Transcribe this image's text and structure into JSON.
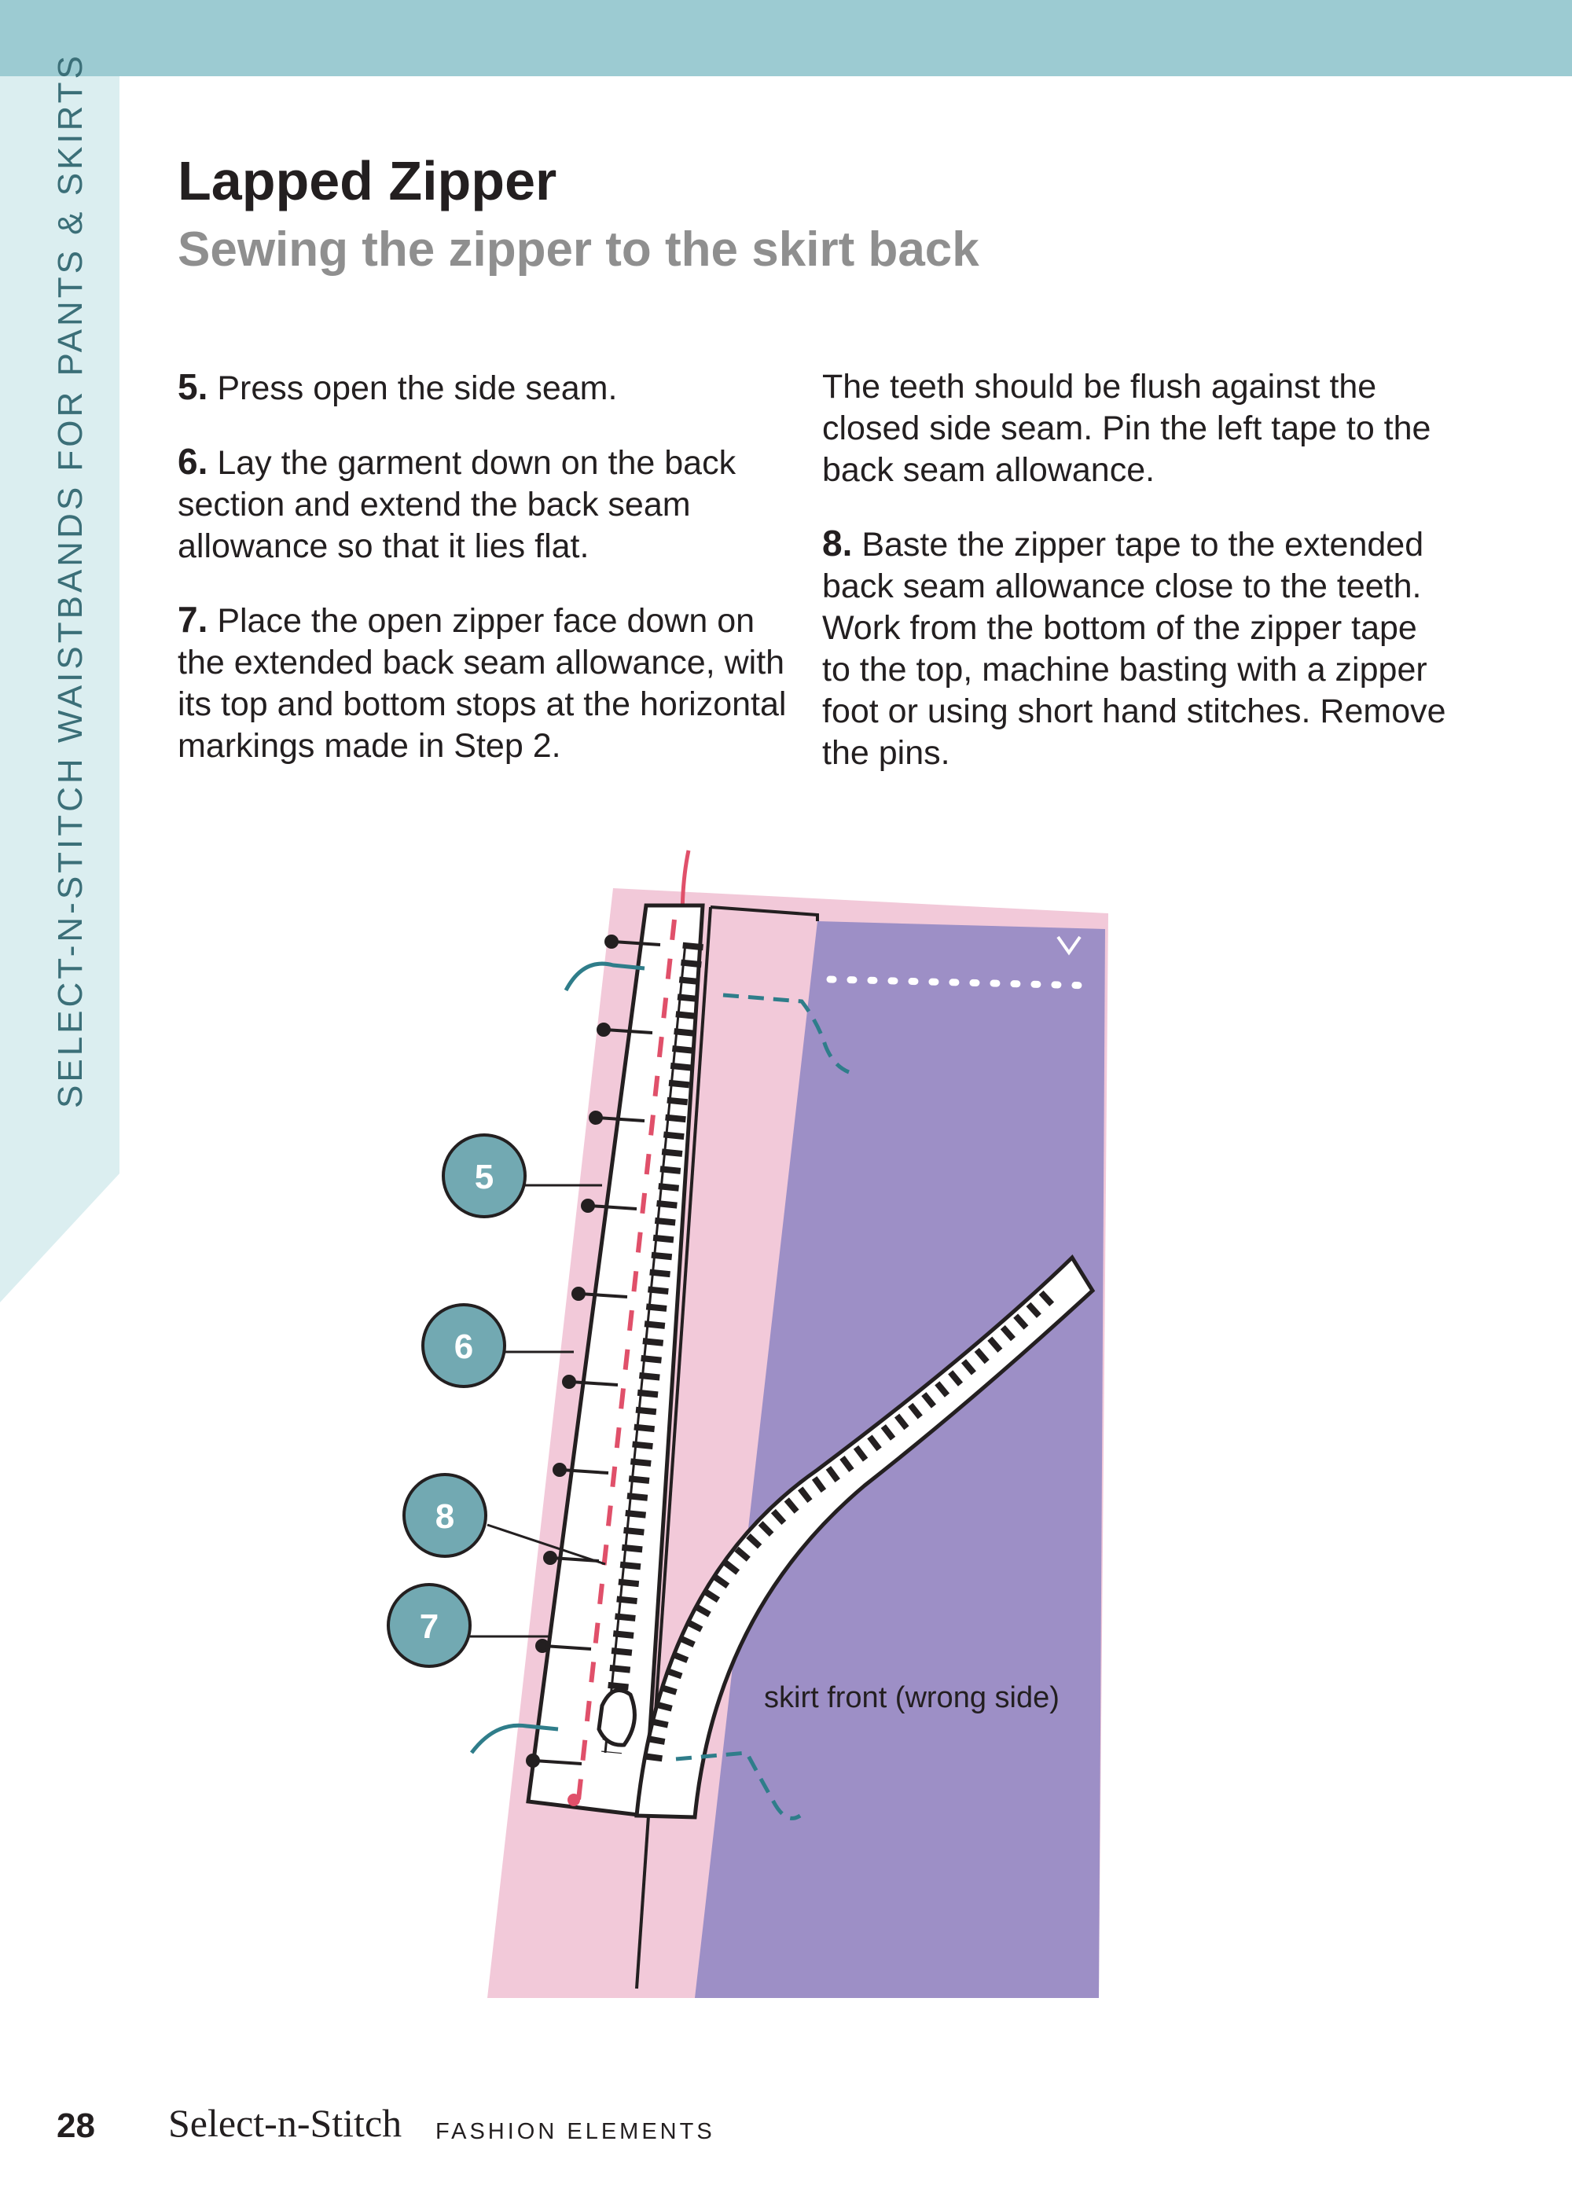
{
  "side_tab": {
    "text": "SELECT-N-STITCH WAISTBANDS FOR PANTS & SKIRTS"
  },
  "header": {
    "title": "Lapped Zipper",
    "subtitle": "Sewing the zipper to the skirt back"
  },
  "steps_left": [
    {
      "num": "5.",
      "text": "Press open the side seam."
    },
    {
      "num": "6.",
      "text": "Lay the garment down on the back section and extend the back seam allowance so that it lies flat."
    },
    {
      "num": "7.",
      "text": "Place the open zipper face down on the extended back seam allowance, with its top and bottom stops at the horizontal markings made in Step 2."
    }
  ],
  "steps_right": [
    {
      "num": "",
      "text": "The teeth should be flush against the closed side seam. Pin the left tape to the back seam allowance."
    },
    {
      "num": "8.",
      "text": "Baste the zipper tape to the extended back seam allowance close to the teeth. Work from the bottom of the zipper tape to the top, machine basting with a zipper foot or using short hand stitches. Remove the pins."
    }
  ],
  "illustration": {
    "callouts": [
      "5",
      "6",
      "8",
      "7"
    ],
    "label": "skirt front (wrong side)",
    "colors": {
      "fabric_back": "#f2c9d9",
      "fabric_front": "#9d8fc6",
      "callout_fill": "#72a9b2",
      "basting": "#e0506a",
      "thread": "#2f7d8a"
    }
  },
  "footer": {
    "page_number": "28",
    "brand": "Select-n-Stitch",
    "series": "FASHION ELEMENTS"
  }
}
